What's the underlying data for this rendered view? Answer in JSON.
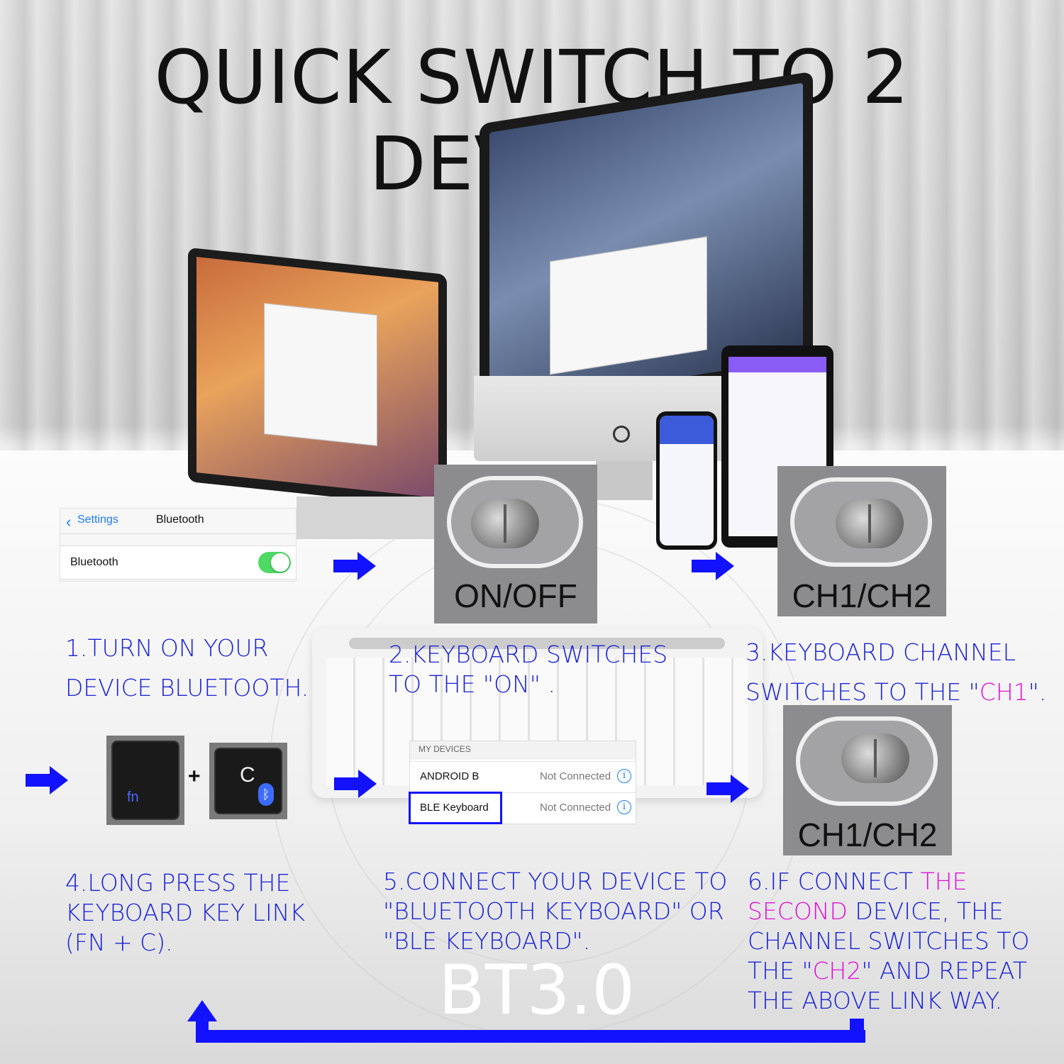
{
  "title": "QUICK SWITCH TO 2 DEVICES",
  "colors": {
    "accent_blue": "#1a22d6",
    "arrow_blue": "#1212ff",
    "highlight_pink": "#e010d8",
    "toggle_green": "#4cd964"
  },
  "bluetooth_settings": {
    "back_label": "Settings",
    "screen_title": "Bluetooth",
    "row_label": "Bluetooth",
    "toggle_on": true
  },
  "switches": {
    "power_label": "ON/OFF",
    "channel_label_1": "CH1/CH2",
    "channel_label_2": "CH1/CH2"
  },
  "keys": {
    "fn": "fn",
    "c": "C",
    "plus": "+",
    "bt_icon": "bluetooth-icon"
  },
  "my_devices": {
    "header": "MY DEVICES",
    "rows": [
      {
        "name": "ANDROID B",
        "status": "Not Connected"
      },
      {
        "name": "BLE Keyboard",
        "status": "Not Connected"
      }
    ],
    "info_icon": "info-icon"
  },
  "steps": {
    "step1": [
      "1.TURN ON YOUR",
      "DEVICE BLUETOOTH."
    ],
    "step2": [
      "2.KEYBOARD SWITCHES",
      "TO THE \"ON\" ."
    ],
    "step3": {
      "line1": "3.KEYBOARD CHANNEL",
      "line2_pre": "SWITCHES TO THE \"",
      "line2_pink": "CH1",
      "line2_post": "\"."
    },
    "step4": [
      "4.LONG PRESS THE",
      "KEYBOARD KEY LINK",
      "(FN + C)."
    ],
    "step5": [
      "5.CONNECT YOUR DEVICE TO",
      "\"BLUETOOTH KEYBOARD\" OR",
      "\"BLE KEYBOARD\"."
    ],
    "step6": {
      "line1_pre": "6.IF CONNECT ",
      "line1_pink": "THE",
      "line2_pink": "SECOND",
      "line2_post": " DEVICE, THE",
      "line3": "CHANNEL SWITCHES TO",
      "line4_pre": "THE \"",
      "line4_pink": "CH2",
      "line4_post": "\" AND REPEAT",
      "line5": "THE ABOVE LINK WAY."
    }
  },
  "bt_version": "BT3.0"
}
